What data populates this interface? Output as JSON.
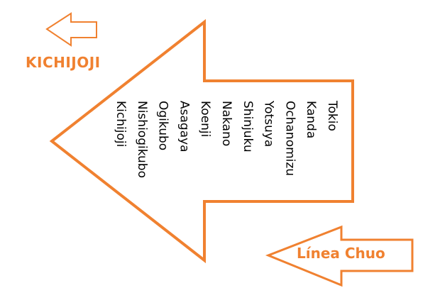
{
  "destination": "KICHIJOJI",
  "line_name": "Línea Chuo",
  "stations": [
    "Tokio",
    "Kanda",
    "Ochanomizu",
    "Yotsuya",
    "Shinjuku",
    "Nakano",
    "Koenji",
    "Asagaya",
    "Ogikubo",
    "Nishiogikubo",
    "Kichijoji"
  ],
  "colors": {
    "accent": "#F08130",
    "text": "#000000",
    "background": "#FFFFFF"
  }
}
